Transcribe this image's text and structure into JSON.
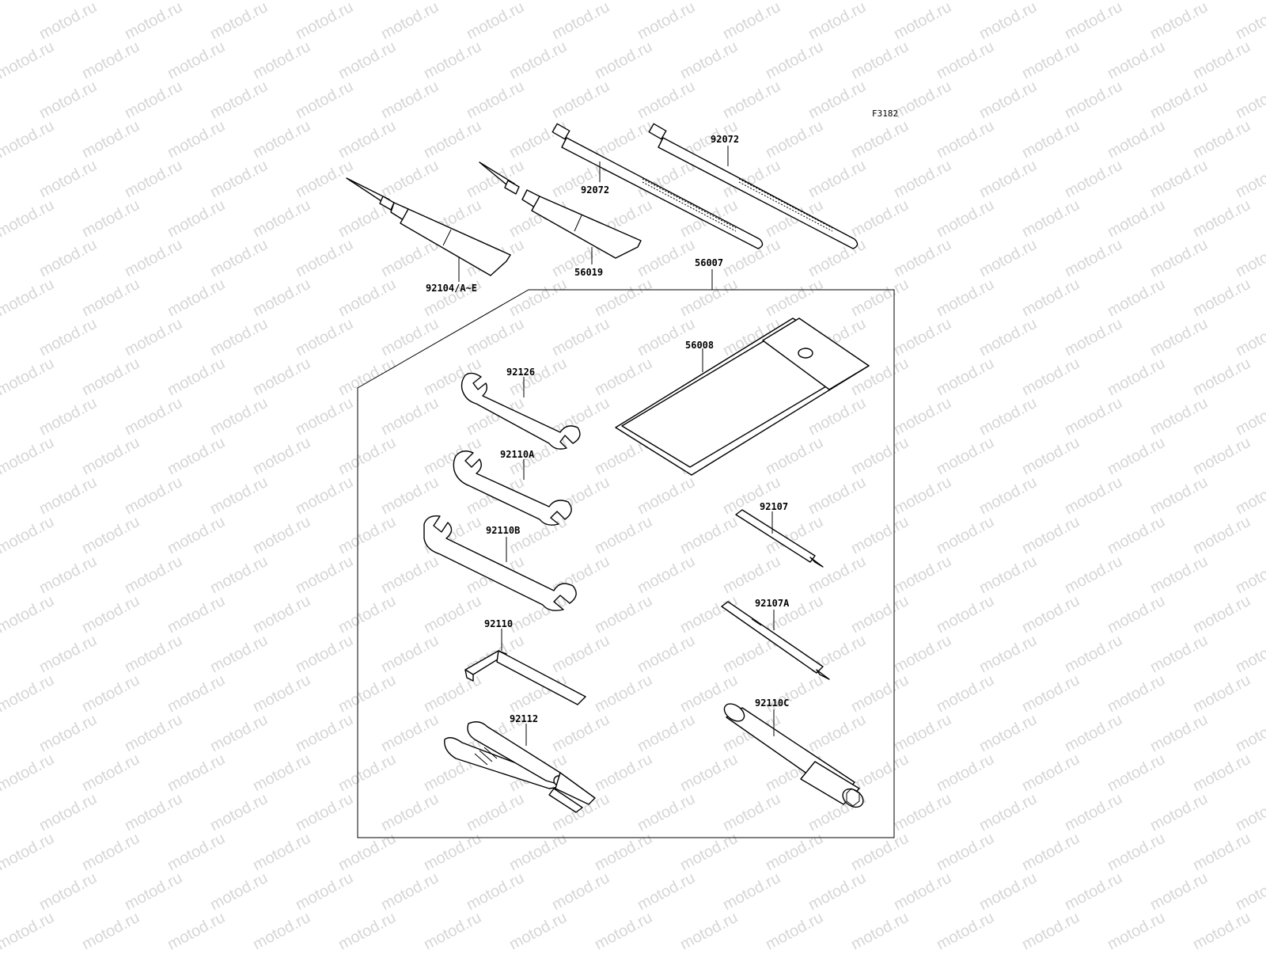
{
  "diagram": {
    "figure_code": "F3182",
    "watermark": "motod.ru",
    "kit_label": "56007",
    "parts": {
      "tie_a": "92072",
      "tie_b": "92072",
      "grease_a": "92104/A~E",
      "grease_b": "56019",
      "tool_bag": "56008",
      "spanner_1": "92126",
      "spanner_2": "92110A",
      "spanner_3": "92110B",
      "hex_key": "92110",
      "pliers": "92112",
      "screwdriver_a": "92107",
      "screwdriver_b": "92107A",
      "plug_wrench": "92110C"
    }
  }
}
